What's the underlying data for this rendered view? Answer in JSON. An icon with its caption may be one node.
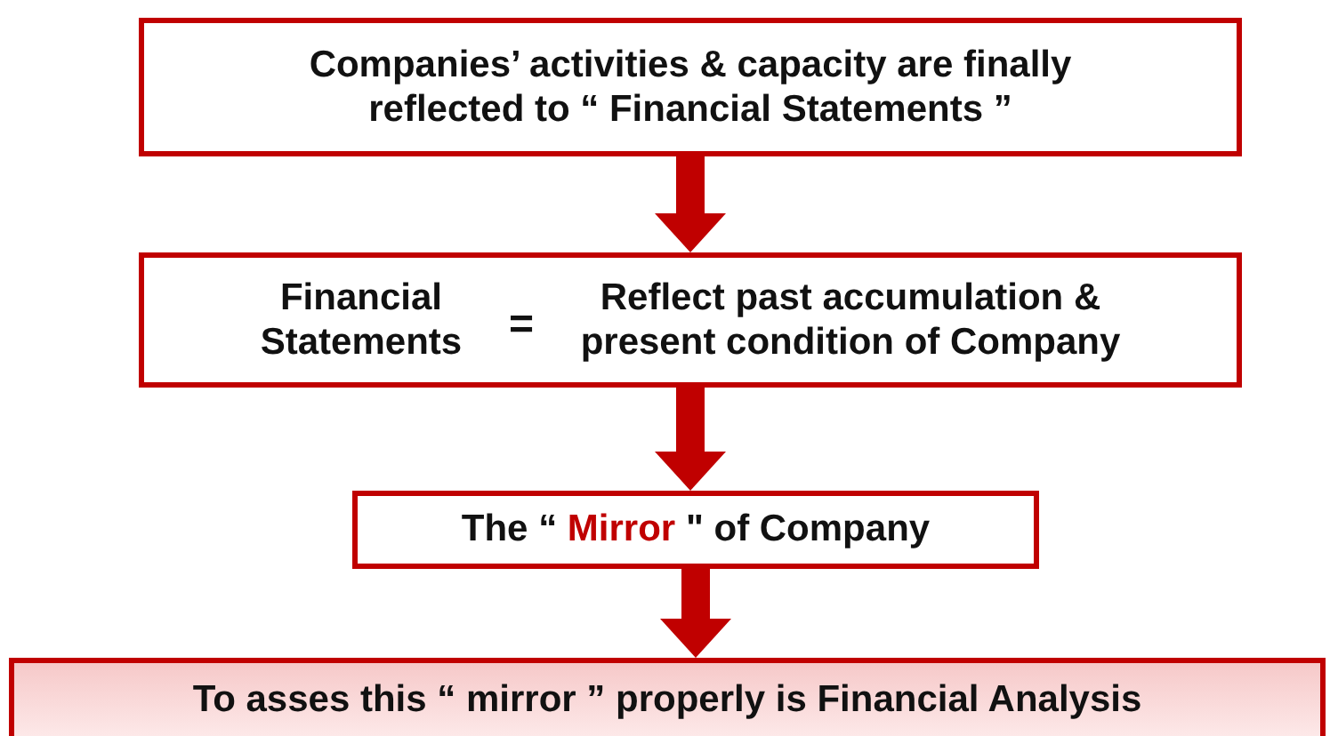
{
  "diagram": {
    "nodes": [
      {
        "text": [
          "Companies’ activities & capacity are finally reflected to “ Financial Statements ”"
        ]
      },
      {
        "text": [
          "Financial Statements",
          "=",
          "Reflect past accumulation & present condition of Company"
        ]
      },
      {
        "text": [
          "The “ **Mirror** \" of Company"
        ]
      },
      {
        "text": [
          "To asses this “ mirror ” properly is Financial Analysis"
        ]
      }
    ],
    "edges": [
      {
        "from": 0,
        "to": 1,
        "arrow": "to"
      },
      {
        "from": 1,
        "to": 2,
        "arrow": "to"
      },
      {
        "from": 2,
        "to": 3,
        "arrow": "to"
      }
    ]
  }
}
